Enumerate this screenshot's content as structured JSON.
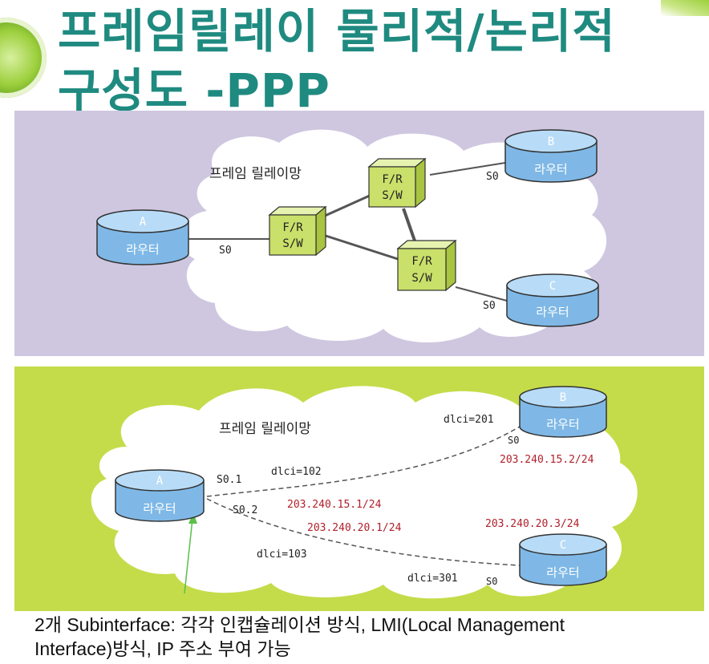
{
  "slide": {
    "title_line1": "프레임릴레이 물리적/논리적",
    "title_line2": "구성도 -PPP",
    "caption_line1": "2개 Subinterface: 각각 인캡슐레이션 방식, LMI(Local Management",
    "caption_line2": "Interface)방식, IP 주소 부여 가능"
  },
  "physical_diagram": {
    "network_label": "프레임 릴레이망",
    "routers": [
      {
        "name": "A",
        "label": "라우터",
        "port": "S0"
      },
      {
        "name": "B",
        "label": "라우터",
        "port": "S0"
      },
      {
        "name": "C",
        "label": "라우터",
        "port": "S0"
      }
    ],
    "switches": [
      {
        "line1": "F/R",
        "line2": "S/W"
      },
      {
        "line1": "F/R",
        "line2": "S/W"
      },
      {
        "line1": "F/R",
        "line2": "S/W"
      }
    ]
  },
  "logical_diagram": {
    "network_label": "프레임 릴레이망",
    "routers": [
      {
        "name": "A",
        "label": "라우터"
      },
      {
        "name": "B",
        "label": "라우터",
        "port": "S0"
      },
      {
        "name": "C",
        "label": "라우터",
        "port": "S0"
      }
    ],
    "subinterfaces": [
      "S0.1",
      "S0.2"
    ],
    "dlci": {
      "a_to_b": "dlci=102",
      "b": "dlci=201",
      "a_to_c": "dlci=103",
      "c": "dlci=301"
    },
    "ip": {
      "a_s01": "203.240.15.1/24",
      "a_s02": "203.240.20.1/24",
      "b": "203.240.15.2/24",
      "c": "203.240.20.3/24"
    }
  },
  "colors": {
    "title": "#1f8a80",
    "top_panel": "#cfc7e0",
    "bottom_panel": "#c4dc4a",
    "router_fill": "#7fb8e6",
    "switch_fill": "#c9e06a",
    "ip_text": "#b0202a"
  }
}
